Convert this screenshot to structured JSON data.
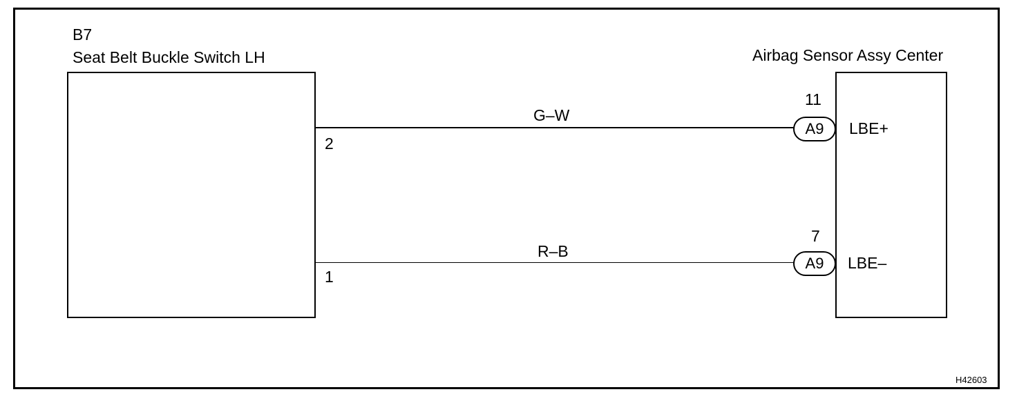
{
  "figure_id": "H42603",
  "left_component": {
    "code": "B7",
    "name": "Seat Belt Buckle Switch LH"
  },
  "right_component": {
    "name": "Airbag Sensor Assy Center"
  },
  "wires": [
    {
      "color_code": "G–W",
      "from_pin": "2",
      "to_pin": "11",
      "connector": "A9",
      "terminal": "LBE+"
    },
    {
      "color_code": "R–B",
      "from_pin": "1",
      "to_pin": "7",
      "connector": "A9",
      "terminal": "LBE–"
    }
  ]
}
